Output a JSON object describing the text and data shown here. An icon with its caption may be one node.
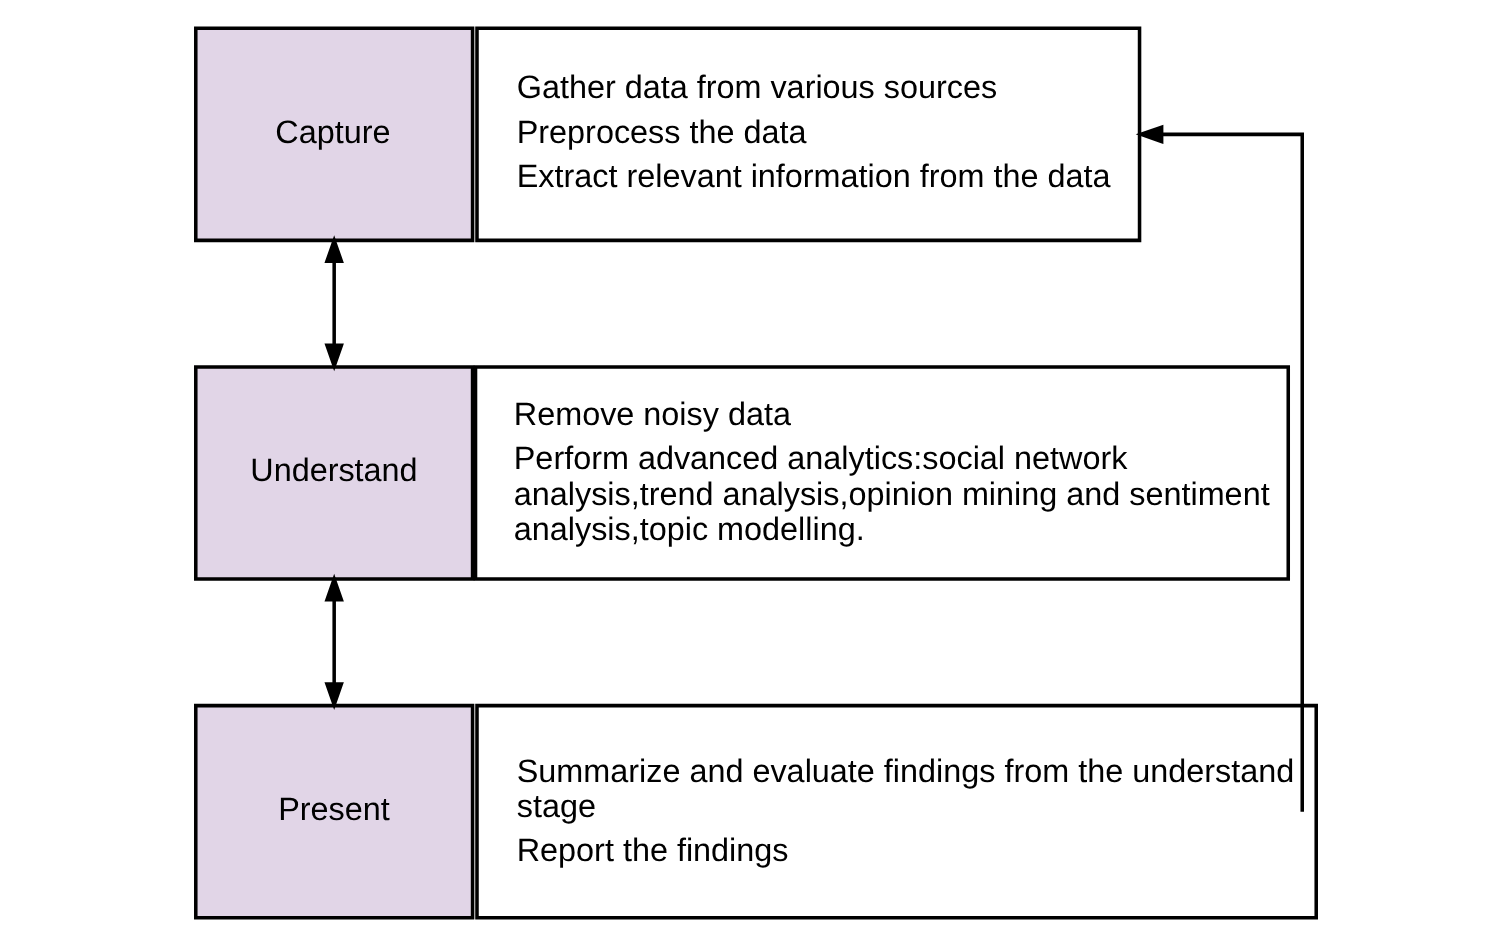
{
  "diagram": {
    "nodes": [
      {
        "text": [
          "Capture"
        ]
      },
      {
        "text": [
          "Gather data from various sources",
          "Preprocess the data",
          "Extract relevant information from the data"
        ]
      },
      {
        "text": [
          "Understand"
        ]
      },
      {
        "text": [
          "Remove noisy data",
          "Perform advanced analytics:social network analysis,trend analysis,opinion mining and sentiment analysis,topic modelling."
        ]
      },
      {
        "text": [
          "Present"
        ]
      },
      {
        "text": [
          "Summarize and evaluate findings from the understand stage",
          "Report the findings"
        ]
      }
    ],
    "edges": [
      {
        "from": 0,
        "to": 2,
        "arrow": "both"
      },
      {
        "from": 2,
        "to": 4,
        "arrow": "both"
      },
      {
        "from": 5,
        "to": 1,
        "arrow": "to"
      }
    ]
  }
}
